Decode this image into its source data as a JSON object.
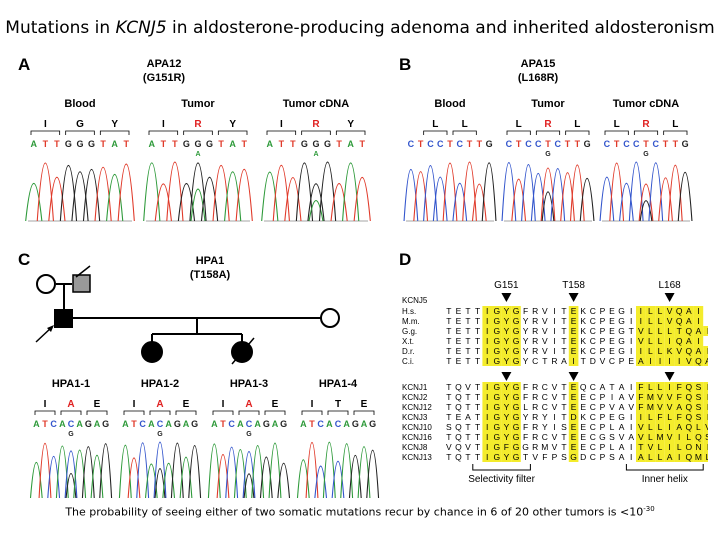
{
  "title": {
    "prefix": "Mutations in ",
    "gene": "KCNJ5",
    "suffix": " in aldosterone-producing adenoma and inherited aldosteronism"
  },
  "panels": {
    "a": {
      "letter": "A",
      "case": "APA12",
      "mutation": "(G151R)",
      "tracks": [
        {
          "label": "Blood",
          "aa": [
            "I",
            "G",
            "Y"
          ],
          "aa_mut": [
            false,
            false,
            false
          ],
          "seq": "ATTGGGTAT",
          "het": null
        },
        {
          "label": "Tumor",
          "aa": [
            "I",
            "R",
            "Y"
          ],
          "aa_mut": [
            false,
            true,
            false
          ],
          "seq": "ATTGGGTAT",
          "het": "A"
        },
        {
          "label": "Tumor cDNA",
          "aa": [
            "I",
            "R",
            "Y"
          ],
          "aa_mut": [
            false,
            true,
            false
          ],
          "seq": "ATTGGGTAT",
          "het": "A"
        }
      ]
    },
    "b": {
      "letter": "B",
      "case": "APA15",
      "mutation": "(L168R)",
      "tracks": [
        {
          "label": "Blood",
          "aa": [
            "L",
            "L"
          ],
          "aa_mut": [
            false,
            false
          ],
          "seq": "CTCCTCTTG",
          "het": null
        },
        {
          "label": "Tumor",
          "aa": [
            "L",
            "R",
            "L"
          ],
          "aa_mut": [
            false,
            true,
            false
          ],
          "seq": "CTCCTCTTG",
          "het": "G"
        },
        {
          "label": "Tumor cDNA",
          "aa": [
            "L",
            "R",
            "L"
          ],
          "aa_mut": [
            false,
            true,
            false
          ],
          "seq": "CTCCTCTTG",
          "het": "G"
        }
      ]
    },
    "c": {
      "letter": "C",
      "kindred": "HPA1",
      "mutation": "(T158A)",
      "tracks": [
        {
          "label": "HPA1-1",
          "aa": [
            "I",
            "A",
            "E"
          ],
          "aa_mut": [
            false,
            true,
            false
          ],
          "seq": "ATCACAGAG",
          "het": "G"
        },
        {
          "label": "HPA1-2",
          "aa": [
            "I",
            "A",
            "E"
          ],
          "aa_mut": [
            false,
            true,
            false
          ],
          "seq": "ATCACAGAG",
          "het": "G"
        },
        {
          "label": "HPA1-3",
          "aa": [
            "I",
            "A",
            "E"
          ],
          "aa_mut": [
            false,
            true,
            false
          ],
          "seq": "ATCACAGAG",
          "het": "G"
        },
        {
          "label": "HPA1-4",
          "aa": [
            "I",
            "T",
            "E"
          ],
          "aa_mut": [
            false,
            false,
            false
          ],
          "seq": "ATCACAGAG",
          "het": null
        }
      ]
    },
    "d": {
      "letter": "D",
      "markers": [
        "G151",
        "T158",
        "L168"
      ],
      "group1": {
        "title": "KCNJ5",
        "rows": [
          {
            "name": "H.s.",
            "seq": "TETTIGYGFRVITEKCPEGIILLVQAI"
          },
          {
            "name": "M.m.",
            "seq": "TETTIGYGYRVITEKCPEGIILLVQAI"
          },
          {
            "name": "G.g.",
            "seq": "TETTIGYGYRVITEKCPEGTVLLLTQAI"
          },
          {
            "name": "X.t.",
            "seq": "TETTIGYGYRVITEKCPEGIVLLIQAI"
          },
          {
            "name": "D.r.",
            "seq": "TETTIGYGYRVITEKCPEGIILLKVQAI"
          },
          {
            "name": "C.i.",
            "seq": "TETTIGYGYCTRAITDVCPEAIIIIVQAI"
          }
        ]
      },
      "group2": {
        "rows": [
          {
            "name": "KCNJ1",
            "seq": "TQVTIGYGFRCVTEQCATAIFLLIFQSI"
          },
          {
            "name": "KCNJ2",
            "seq": "TQTTIGYGFRCVTEECPIAVFMVVFQSI"
          },
          {
            "name": "KCNJ12",
            "seq": "TQTTIGYGLRCVTEECPVAVFMVVAQSI"
          },
          {
            "name": "KCNJ3",
            "seq": "TEATIGYGYRYITDKCPEGIILFLFQSI"
          },
          {
            "name": "KCNJ10",
            "seq": "SQTTIGYGFRYISEECPLAIVLLIAQLV"
          },
          {
            "name": "KCNJ16",
            "seq": "TQTTIGYGFRCVTEECGSVAVLMVILQSI"
          },
          {
            "name": "KCNJ8",
            "seq": "VQVTIGFGGRMVTEECPLAITVLILONI"
          },
          {
            "name": "KCNJ13",
            "seq": "TQTTIGYGTVFPSGDCPSAIALLAIQML"
          }
        ]
      },
      "region_labels": [
        "Selectivity filter",
        "Inner helix"
      ]
    }
  },
  "caption": {
    "text": "The probability of seeing either of two somatic mutations recur by chance in 6 of 20 other tumors is <10",
    "exponent": "-30"
  },
  "colors": {
    "A": "#2e9a3a",
    "T": "#e03a2a",
    "G": "#222222",
    "C": "#3355cc",
    "mutant": "#e02020",
    "highlight": "#f4ec2c",
    "pedigree": "#000000",
    "unknown": "#999999"
  }
}
